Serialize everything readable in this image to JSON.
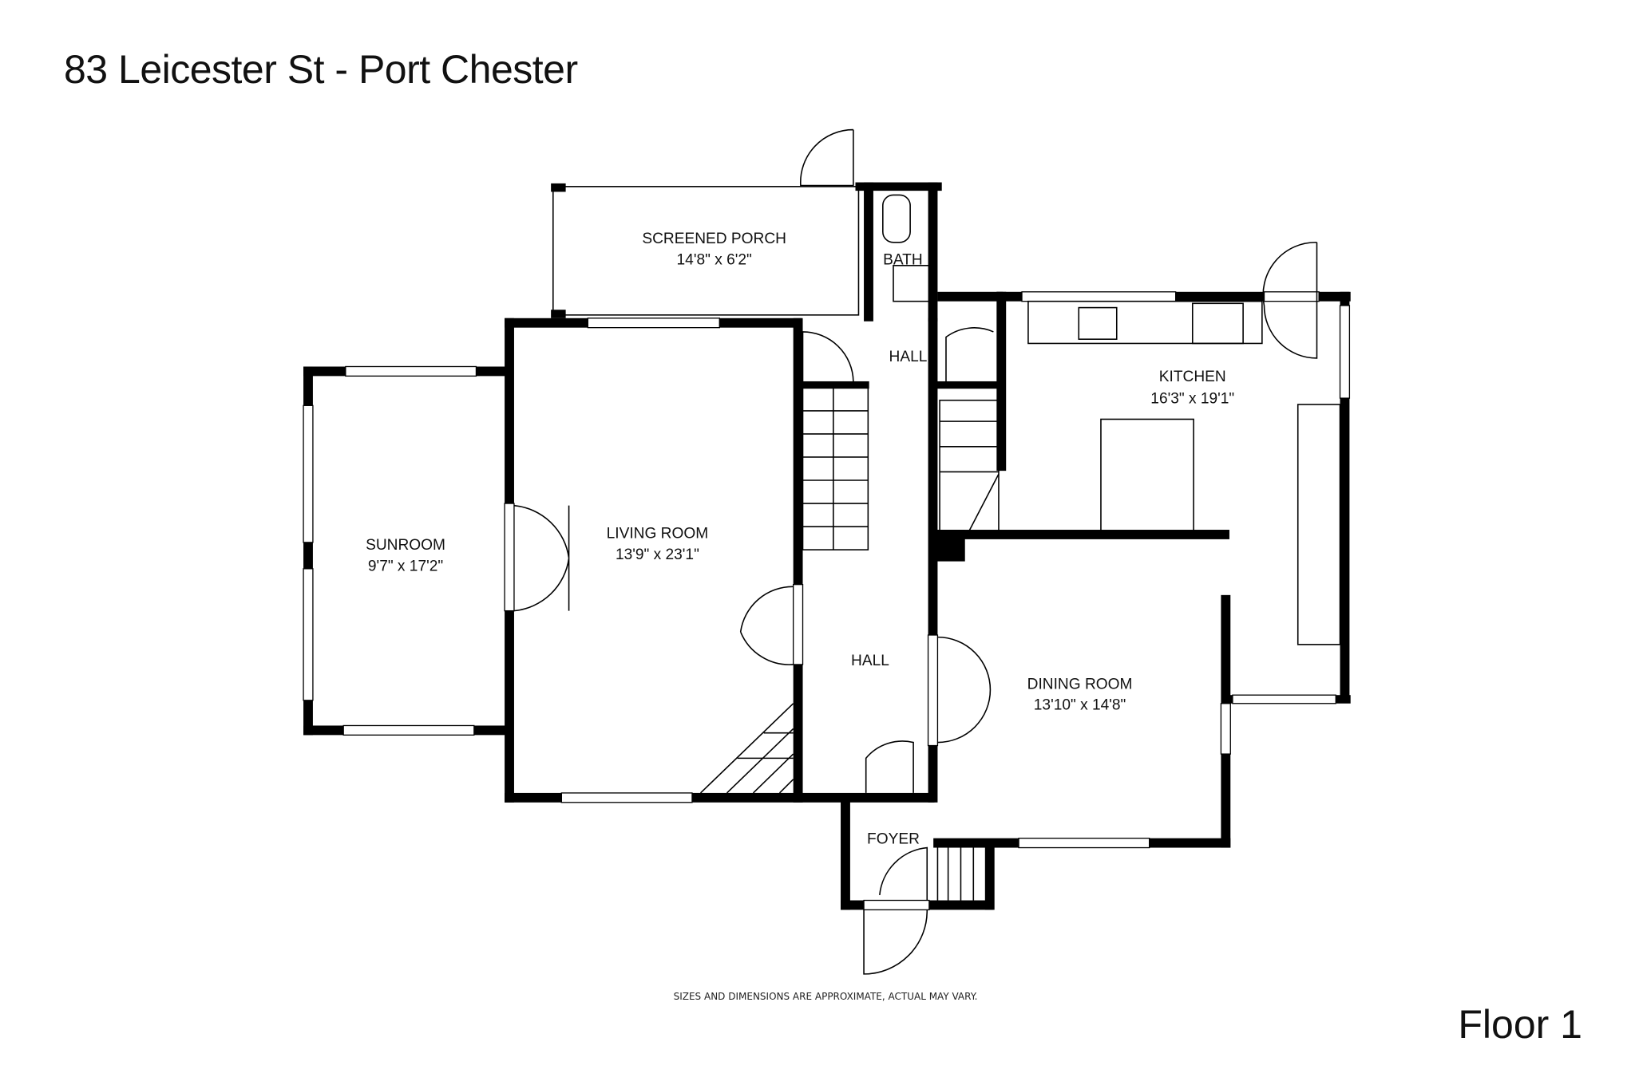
{
  "title": "83 Leicester St - Port Chester",
  "floor_label": "Floor 1",
  "disclaimer": "SIZES AND DIMENSIONS ARE APPROXIMATE, ACTUAL MAY VARY.",
  "rooms": [
    {
      "name": "SCREENED PORCH",
      "dims": "14'8\" x 6'2\""
    },
    {
      "name": "BATH",
      "dims": ""
    },
    {
      "name": "HALL",
      "dims": ""
    },
    {
      "name": "KITCHEN",
      "dims": "16'3\" x 19'1\""
    },
    {
      "name": "SUNROOM",
      "dims": "9'7\" x 17'2\""
    },
    {
      "name": "LIVING ROOM",
      "dims": "13'9\" x 23'1\""
    },
    {
      "name": "HALL",
      "dims": ""
    },
    {
      "name": "DINING ROOM",
      "dims": "13'10\" x 14'8\""
    },
    {
      "name": "FOYER",
      "dims": ""
    }
  ]
}
